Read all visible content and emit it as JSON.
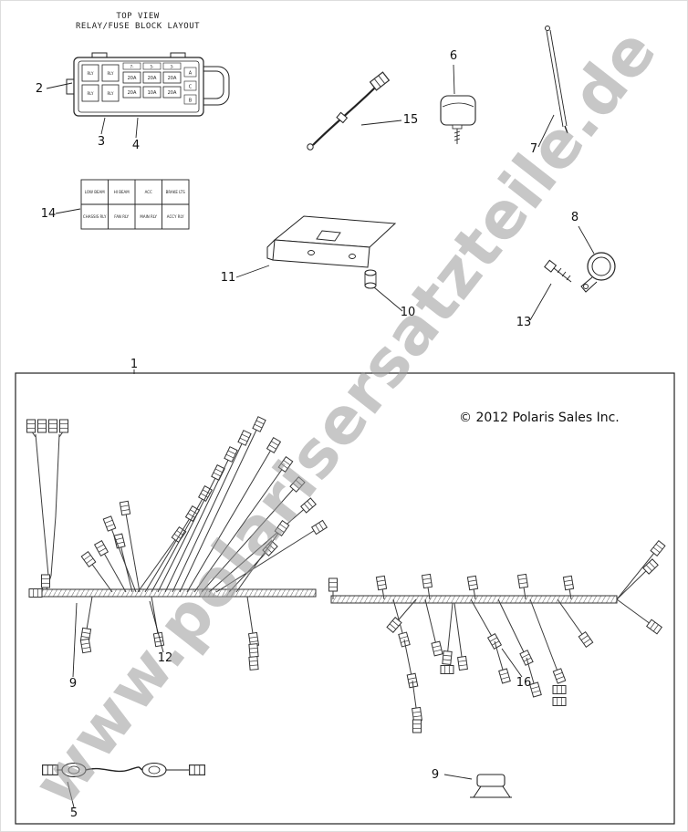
{
  "watermark": {
    "text": "www.polarisersatzteile.de"
  },
  "header": {
    "line1": "TOP VIEW",
    "line2": "RELAY/FUSE BLOCK LAYOUT"
  },
  "copyright": {
    "text": "© 2012 Polaris Sales Inc."
  },
  "callouts": {
    "c1": "1",
    "c2": "2",
    "c3": "3",
    "c4": "4",
    "c5": "5",
    "c6": "6",
    "c7": "7",
    "c8": "8",
    "c9": "9",
    "c10": "10",
    "c11": "11",
    "c12": "12",
    "c13": "13",
    "c14": "14",
    "c15": "15",
    "c16": "16"
  },
  "fuse_block": {
    "relay_label": "RLY",
    "top_marks": [
      "7-",
      "5-",
      "3-"
    ],
    "fuses_row1": [
      "20A",
      "20A",
      "20A"
    ],
    "fuses_row2": [
      "20A",
      "10A",
      "20A"
    ],
    "slot_letters": [
      "A",
      "C",
      "B"
    ]
  },
  "legend": {
    "r1": [
      "LOW BEAM",
      "HI BEAM",
      "ACC",
      "BRAKE LTS"
    ],
    "r2": [
      "CHASSIS RLY",
      "FAN RLY",
      "MAIN RLY",
      "ACCY RLY"
    ]
  }
}
